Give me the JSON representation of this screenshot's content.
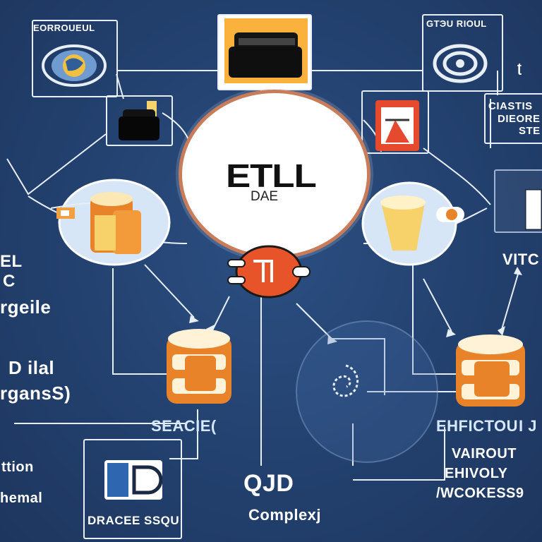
{
  "hub": {
    "title": "ETLL",
    "subtitle": "DAE"
  },
  "labels": {
    "top_left": "EORROUEUL",
    "top_right": "GTЭU RIOUL",
    "right_upper_1": "CIASTIS",
    "right_upper_2": "DIEORE",
    "right_upper_3": "STE",
    "right_mid": "VITC",
    "left_1": "EL",
    "left_2": "C",
    "left_3": "rgeile",
    "left_4": "D ilal",
    "left_5": "rgansS)",
    "left_db": "SEACIE(",
    "right_db": "EHFICTOU",
    "right_db_suffix": "I J",
    "right_bottom_1": "VAIROUT",
    "right_bottom_2": "EHIVOLY",
    "right_bottom_3": "/WCOKESS9",
    "left_bottom_1": "ttion",
    "left_bottom_2": "hemal",
    "bottom_box": "DRACEE SSQU",
    "bottom_center_1": "QJD",
    "bottom_center_2": "Complexj"
  },
  "icons": {
    "gear_top_left": "gear-globe-icon",
    "folder_top": "folder-icon",
    "target_top_right": "target-icon",
    "folder_left": "folder-icon",
    "pdf_right": "document-icon",
    "db_left_upper": "database-icon",
    "db_right_upper": "database-icon",
    "db_left_lower": "database-icon",
    "db_right_lower": "database-icon",
    "plug_center": "plug-icon",
    "connector_box": "connector-icon",
    "spiral_center": "spiral-icon"
  },
  "colors": {
    "background": "#23426f",
    "line": "#e8eef6",
    "orange": "#e8832a",
    "accent_red": "#d9532a",
    "cream": "#fbe8b4"
  }
}
